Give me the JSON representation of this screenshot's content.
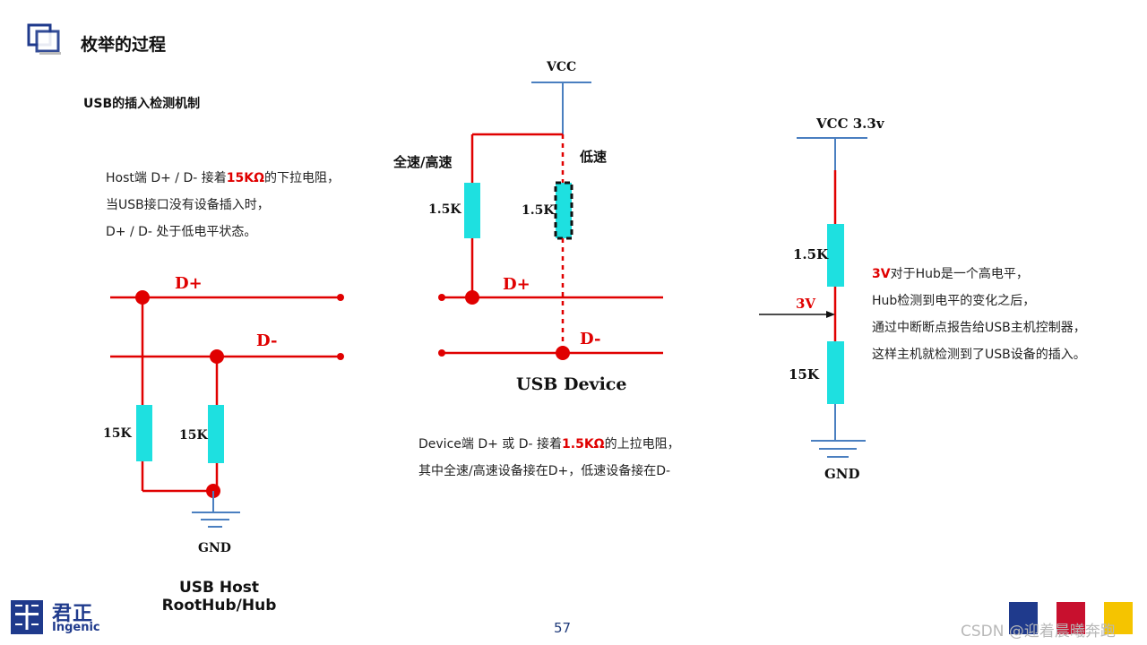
{
  "slide": {
    "title": "枚举的过程",
    "subtitle": "USB的插入检测机制",
    "page_number": "57",
    "watermark": "CSDN @迎着晨曦奔跑"
  },
  "logo": {
    "cn": "君正",
    "en": "Ingenic"
  },
  "host_text": {
    "line1_pre": "Host端 D+ / D- 接着",
    "line1_red": "15KΩ",
    "line1_post": "的下拉电阻，",
    "line2": "当USB接口没有设备插入时，",
    "line3": "D+ / D- 处于低电平状态。"
  },
  "device_text": {
    "line1_pre": "Device端 D+ 或 D- 接着",
    "line1_red": "1.5KΩ",
    "line1_post": "的上拉电阻，",
    "line2": "其中全速/高速设备接在D+，低速设备接在D-"
  },
  "hub_text": {
    "line1_red": "3V",
    "line1_post": "对于Hub是一个高电平，",
    "line2": "Hub检测到电平的变化之后，",
    "line3": "通过中断断点报告给USB主机控制器，",
    "line4": "这样主机就检测到了USB设备的插入。"
  },
  "host_circuit": {
    "dplus": "D+",
    "dminus": "D-",
    "r1": "15K",
    "r2": "15K",
    "gnd": "GND",
    "caption_line1": "USB Host",
    "caption_line2": "RootHub/Hub"
  },
  "device_circuit": {
    "vcc": "VCC",
    "full_high": "全速/高速",
    "low_speed": "低速",
    "r1": "1.5K",
    "r2": "1.5K",
    "dplus": "D+",
    "dminus": "D-",
    "caption": "USB Device"
  },
  "divider_circuit": {
    "vcc": "VCC 3.3v",
    "r_top": "1.5K",
    "r_bottom": "15K",
    "node_label": "3V",
    "gnd": "GND"
  },
  "colors": {
    "wire_red": "#e00000",
    "wire_blue": "#4a7fc0",
    "resistor_cyan": "#1ee0e0",
    "logo_blue": "#1f3a8c",
    "square_blue": "#1f3a8c",
    "square_red": "#c8102e",
    "square_yellow": "#f5c400"
  }
}
